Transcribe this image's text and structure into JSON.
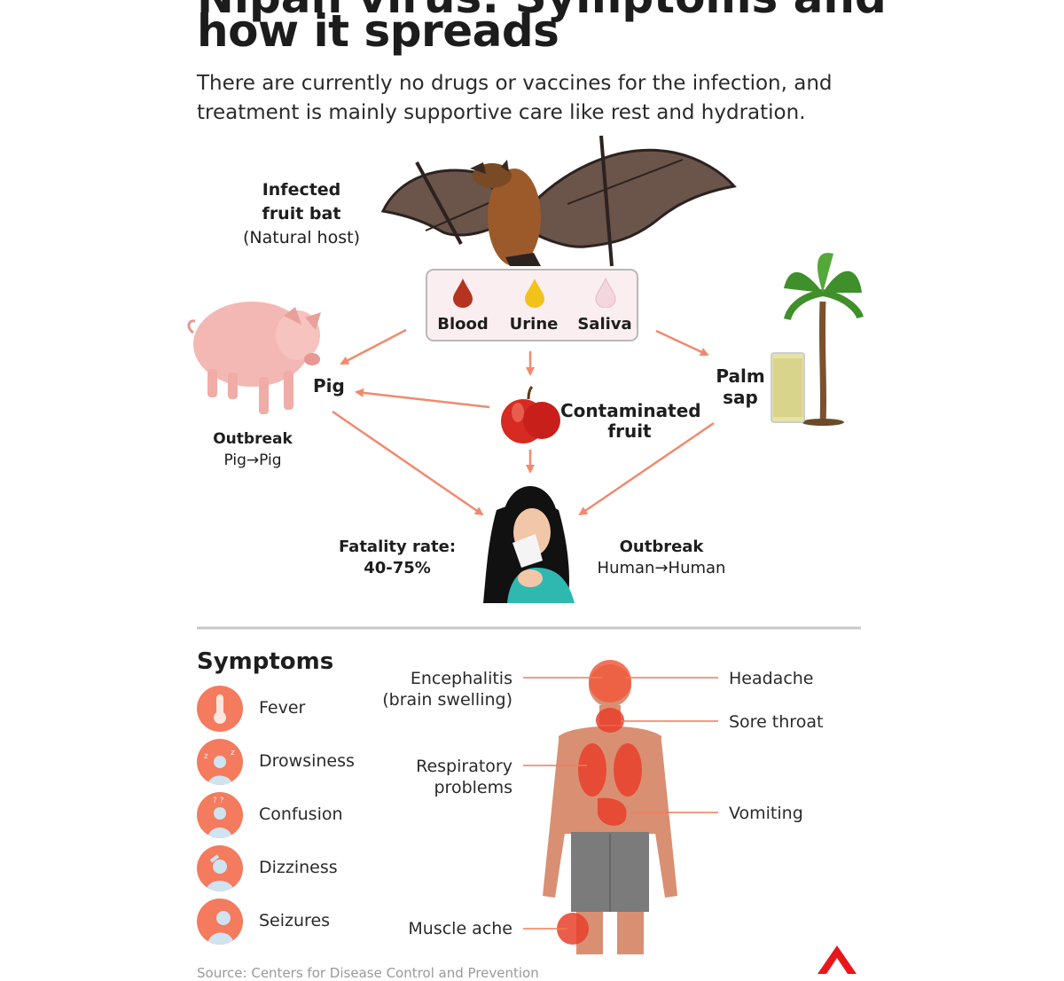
{
  "header": {
    "title_top_partial": "Nipah virus: Symptoms and",
    "title": "how it spreads",
    "subtitle": "There are currently no drugs or vaccines for the infection, and treatment is mainly supportive care like rest and hydration."
  },
  "transmission": {
    "bat": {
      "name_line1": "Infected",
      "name_line2": "fruit bat",
      "note": "(Natural host)"
    },
    "fluids": [
      {
        "label": "Blood",
        "color": "#b5341f"
      },
      {
        "label": "Urine",
        "color": "#f2c21b"
      },
      {
        "label": "Saliva",
        "color": "#f4d6de"
      }
    ],
    "pig": {
      "label": "Pig",
      "outbreak_title": "Outbreak",
      "outbreak_route": "Pig→Pig"
    },
    "palm_sap": {
      "line1": "Palm",
      "line2": "sap"
    },
    "fruit": {
      "line1": "Contaminated",
      "line2": "fruit"
    },
    "human": {
      "fatality_title": "Fatality rate:",
      "fatality_value": "40-75%",
      "outbreak_title": "Outbreak",
      "outbreak_route": "Human→Human"
    },
    "arrow_color": "#f08a6e"
  },
  "symptoms": {
    "heading": "Symptoms",
    "list": [
      {
        "label": "Fever",
        "icon": "thermometer-icon"
      },
      {
        "label": "Drowsiness",
        "icon": "drowsy-person-icon"
      },
      {
        "label": "Confusion",
        "icon": "confused-person-icon"
      },
      {
        "label": "Dizziness",
        "icon": "dizzy-person-icon"
      },
      {
        "label": "Seizures",
        "icon": "seizure-person-icon"
      }
    ],
    "body_left": {
      "encephalitis_line1": "Encephalitis",
      "encephalitis_line2": "(brain swelling)",
      "respiratory_line1": "Respiratory",
      "respiratory_line2": "problems",
      "muscle": "Muscle ache"
    },
    "body_right": {
      "headache": "Headache",
      "sore_throat": "Sore throat",
      "vomiting": "Vomiting"
    },
    "accent_color": "#f47b5e"
  },
  "footer": {
    "source": "Source: Centers for Disease Control and Prevention",
    "logo": "A"
  }
}
